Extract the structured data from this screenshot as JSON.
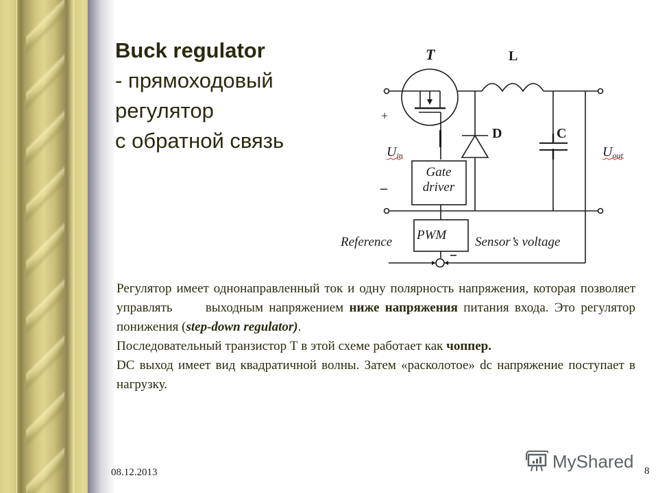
{
  "slide": {
    "title_bold": "Buck regulator",
    "title_lines": [
      "- прямоходовый",
      "регулятор",
      "с обратной связь"
    ],
    "date": "08.12.2013",
    "page_number": "8",
    "watermark": "MyShared",
    "colors": {
      "text": "#2a2a0f",
      "border_gold": "#d9cf86",
      "border_dark": "#8a8049",
      "watermark": "#5c6368"
    }
  },
  "circuit": {
    "labels": {
      "transistor": "T",
      "inductor": "L",
      "diode": "D",
      "capacitor": "C",
      "input_voltage": "U",
      "input_voltage_sub": "in",
      "output_voltage": "U",
      "output_voltage_sub": "out",
      "plus": "+",
      "minus": "–",
      "gate_driver_line1": "Gate",
      "gate_driver_line2": "driver",
      "pwm": "PWM",
      "reference": "Reference",
      "sensor_voltage": "Sensor’s voltage",
      "comparator_minus": "–"
    }
  },
  "body": {
    "p1_a": "Регулятор имеет однонаправленный ток и одну полярность напряжения, которая позволяет управлять",
    "p1_b": "выходным напряжением",
    "p1_bold1": "ниже напряжения",
    "p1_c": "питания входа. Это регулятор понижения (",
    "p1_italic": "step-down regulator)",
    "p1_d": ".",
    "p2_a": "Последовательный транзистор Т в этой схеме работает как",
    "p2_bold": "чоппер.",
    "p3": "DC выход имеет вид квадратичной волны. Затем  «расколотое» dc напряжение поступает в нагрузку."
  }
}
